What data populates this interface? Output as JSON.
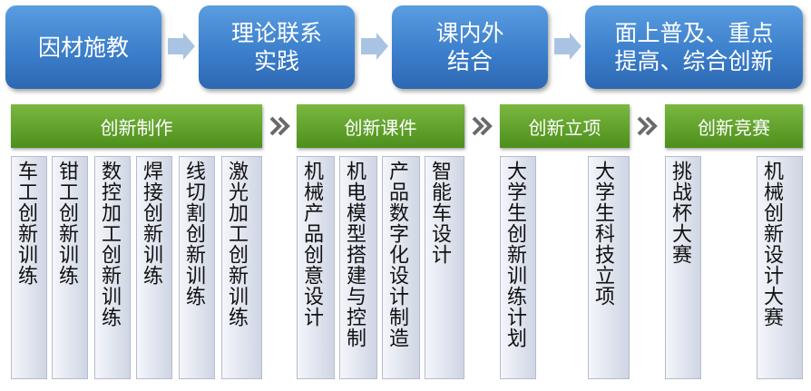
{
  "stages": [
    {
      "lines": [
        "因材施教"
      ]
    },
    {
      "lines": [
        "理论联系",
        "实践"
      ]
    },
    {
      "lines": [
        "课内外",
        "结合"
      ]
    },
    {
      "lines": [
        "面上普及、重点",
        "提高、综合创新"
      ]
    }
  ],
  "categories": [
    {
      "label": "创新制作",
      "items": [
        "车工创新训练",
        "钳工创新训练",
        "数控加工创新训练",
        "焊接创新训练",
        "线切割创新训练",
        "激光加工创新训练"
      ]
    },
    {
      "label": "创新课件",
      "items": [
        "机械产品创意设计",
        "机电模型搭建与控制",
        "产品数字化设计制造",
        "智能车设计"
      ]
    },
    {
      "label": "创新立项",
      "items": [
        "大学生创新训练计划",
        "大学生科技立项"
      ]
    },
    {
      "label": "创新竞赛",
      "items": [
        "挑战杯大赛",
        "机械创新设计大赛"
      ]
    }
  ],
  "colors": {
    "stage_blue": "#3c7fcc",
    "category_green": "#5c9e27",
    "arrow_gray": "#6a6a6a"
  }
}
